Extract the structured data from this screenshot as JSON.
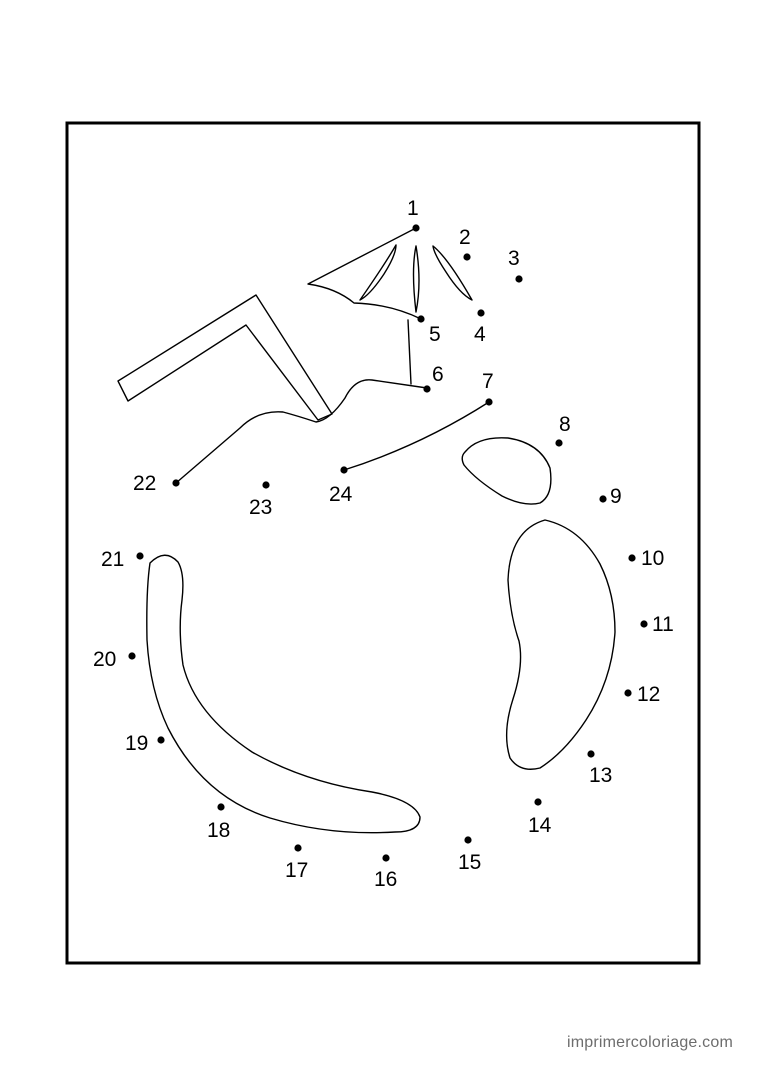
{
  "colors": {
    "ink": "#000000",
    "paper": "#ffffff",
    "credit": "#6d6d6d"
  },
  "credit": "imprimercoloriage.com",
  "dots": [
    {
      "n": "1"
    },
    {
      "n": "2"
    },
    {
      "n": "3"
    },
    {
      "n": "4"
    },
    {
      "n": "5"
    },
    {
      "n": "6"
    },
    {
      "n": "7"
    },
    {
      "n": "8"
    },
    {
      "n": "9"
    },
    {
      "n": "10"
    },
    {
      "n": "11"
    },
    {
      "n": "12"
    },
    {
      "n": "13"
    },
    {
      "n": "14"
    },
    {
      "n": "15"
    },
    {
      "n": "16"
    },
    {
      "n": "17"
    },
    {
      "n": "18"
    },
    {
      "n": "19"
    },
    {
      "n": "20"
    },
    {
      "n": "21"
    },
    {
      "n": "22"
    },
    {
      "n": "23"
    },
    {
      "n": "24"
    }
  ]
}
